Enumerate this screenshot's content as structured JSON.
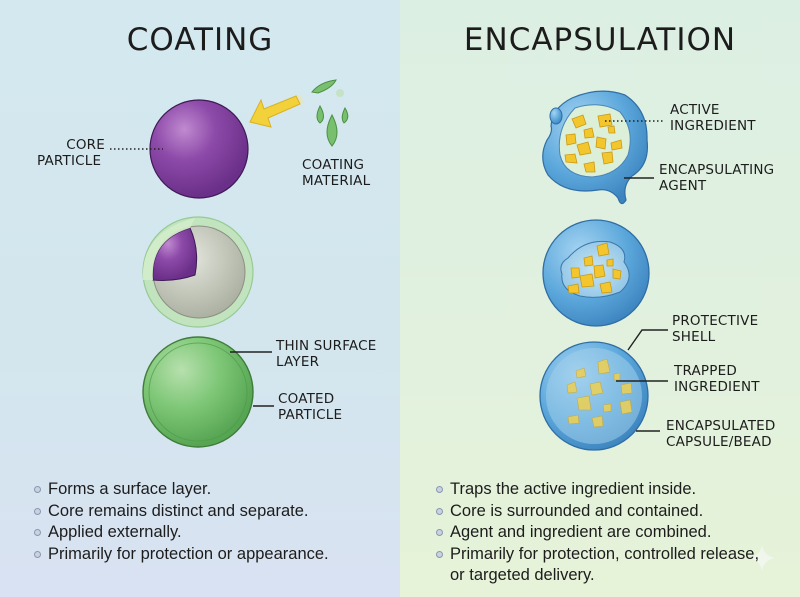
{
  "coating": {
    "title": "COATING",
    "labels": {
      "core_particle_1": "CORE",
      "core_particle_2": "PARTICLE",
      "coating_material_1": "COATING",
      "coating_material_2": "MATERIAL",
      "thin_surface_layer_1": "THIN SURFACE",
      "thin_surface_layer_2": "LAYER",
      "coated_particle_1": "COATED",
      "coated_particle_2": "PARTICLE"
    },
    "bullets": [
      "Forms a surface layer.",
      "Core remains distinct and separate.",
      "Applied externally.",
      "Primarily for protection or appearance."
    ],
    "colors": {
      "background": "#d4e8ef",
      "core": "#8b4fa8",
      "coating": "#6fbf6a",
      "arrow": "#f3d13a"
    }
  },
  "encapsulation": {
    "title": "ENCAPSULATION",
    "labels": {
      "active_ingredient_1": "ACTIVE",
      "active_ingredient_2": "INGREDIENT",
      "encapsulating_agent_1": "ENCAPSULATING",
      "encapsulating_agent_2": "AGENT",
      "protective_shell_1": "PROTECTIVE",
      "protective_shell_2": "SHELL",
      "trapped_ingredient_1": "TRAPPED",
      "trapped_ingredient_2": "INGREDIENT",
      "encapsulated_capsule_1": "ENCAPSULATED",
      "encapsulated_capsule_2": "CAPSULE/BEAD"
    },
    "bullets": [
      "Traps the active ingredient inside.",
      "Core is surrounded and contained.",
      "Agent and ingredient are combined.",
      "Primarily for protection, controlled release, or targeted delivery."
    ],
    "colors": {
      "background": "#e2f1de",
      "agent": "#5aa8dc",
      "ingredient": "#f2c531"
    }
  },
  "decor": {
    "sparkle_icon": "sparkle-icon"
  }
}
